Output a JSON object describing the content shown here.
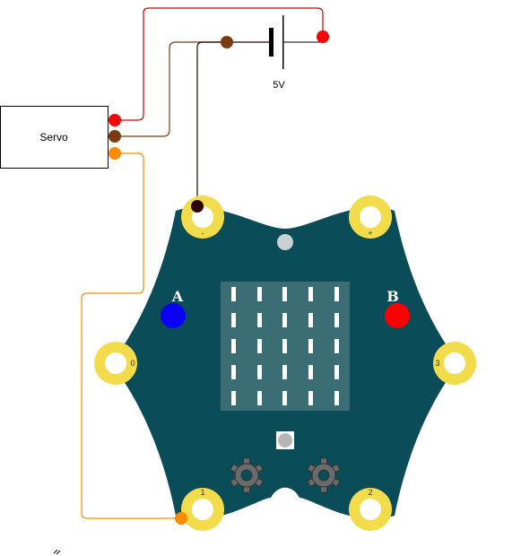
{
  "battery": {
    "label": "5V"
  },
  "servo": {
    "label": "Servo"
  },
  "board": {
    "button_a_label": "A",
    "button_b_label": "B",
    "pin_labels": {
      "minus": "-",
      "plus": "+",
      "p0": "0",
      "p1": "1",
      "p2": "2",
      "p3": "3"
    }
  },
  "colors": {
    "board": "#0a4c57",
    "pad_ring": "#f2dc4c",
    "led_panel": "#3a6d74",
    "led": "#ffffff",
    "button_a": "#0b00f7",
    "button_b": "#ff0000",
    "wire_red": "#d10000",
    "wire_brown": "#7a3b0e",
    "wire_dark": "#2b0000",
    "wire_orange": "#ff8a00"
  }
}
